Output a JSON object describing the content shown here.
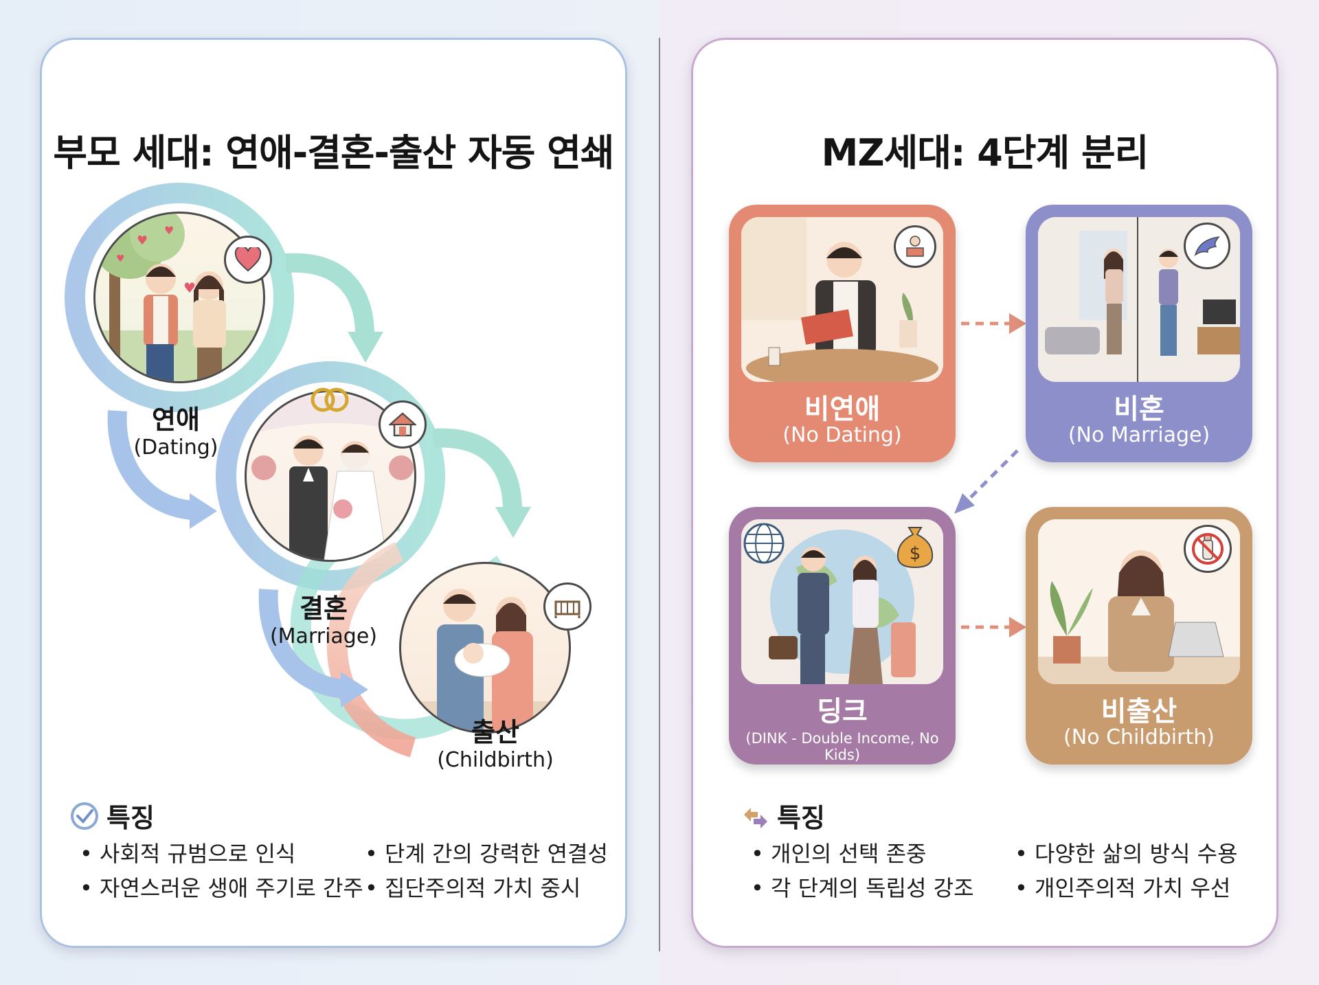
{
  "left": {
    "title": "부모 세대: 연애-결혼-출산 자동 연쇄",
    "stages": [
      {
        "ko": "연애",
        "en": "(Dating)"
      },
      {
        "ko": "결혼",
        "en": "(Marriage)"
      },
      {
        "ko": "출산",
        "en": "(Childbirth)"
      }
    ],
    "features_title": "특징",
    "features": [
      "• 사회적 규범으로 인식",
      "• 단계 간의 강력한 연결성",
      "• 자연스러운 생애 주기로 간주",
      "• 집단주의적 가치 중시"
    ]
  },
  "right": {
    "title": "MZ세대: 4단계 분리",
    "cards": [
      {
        "ko": "비연애",
        "en": "(No Dating)",
        "color": "#e48a73"
      },
      {
        "ko": "비혼",
        "en": "(No Marriage)",
        "color": "#8d8fcb"
      },
      {
        "ko": "딩크",
        "en": "(DINK - Double Income, No Kids)",
        "color": "#a57ba6"
      },
      {
        "ko": "비출산",
        "en": "(No Childbirth)",
        "color": "#c89c6f"
      }
    ],
    "features_title": "특징",
    "features": [
      "• 개인의 선택 존중",
      "• 다양한 삶의 방식 수용",
      "• 각 단계의 독립성 강조",
      "• 개인주의적 가치 우선"
    ]
  },
  "icons": {
    "check": "check-circle-icon",
    "split": "split-arrows-icon",
    "heart": "heart-icon",
    "house": "house-icon",
    "crib": "crib-icon",
    "reading": "reading-person-icon",
    "wings": "wings-icon",
    "money": "money-bag-icon",
    "no_bottle": "no-baby-bottle-icon",
    "globe": "globe-icon"
  }
}
